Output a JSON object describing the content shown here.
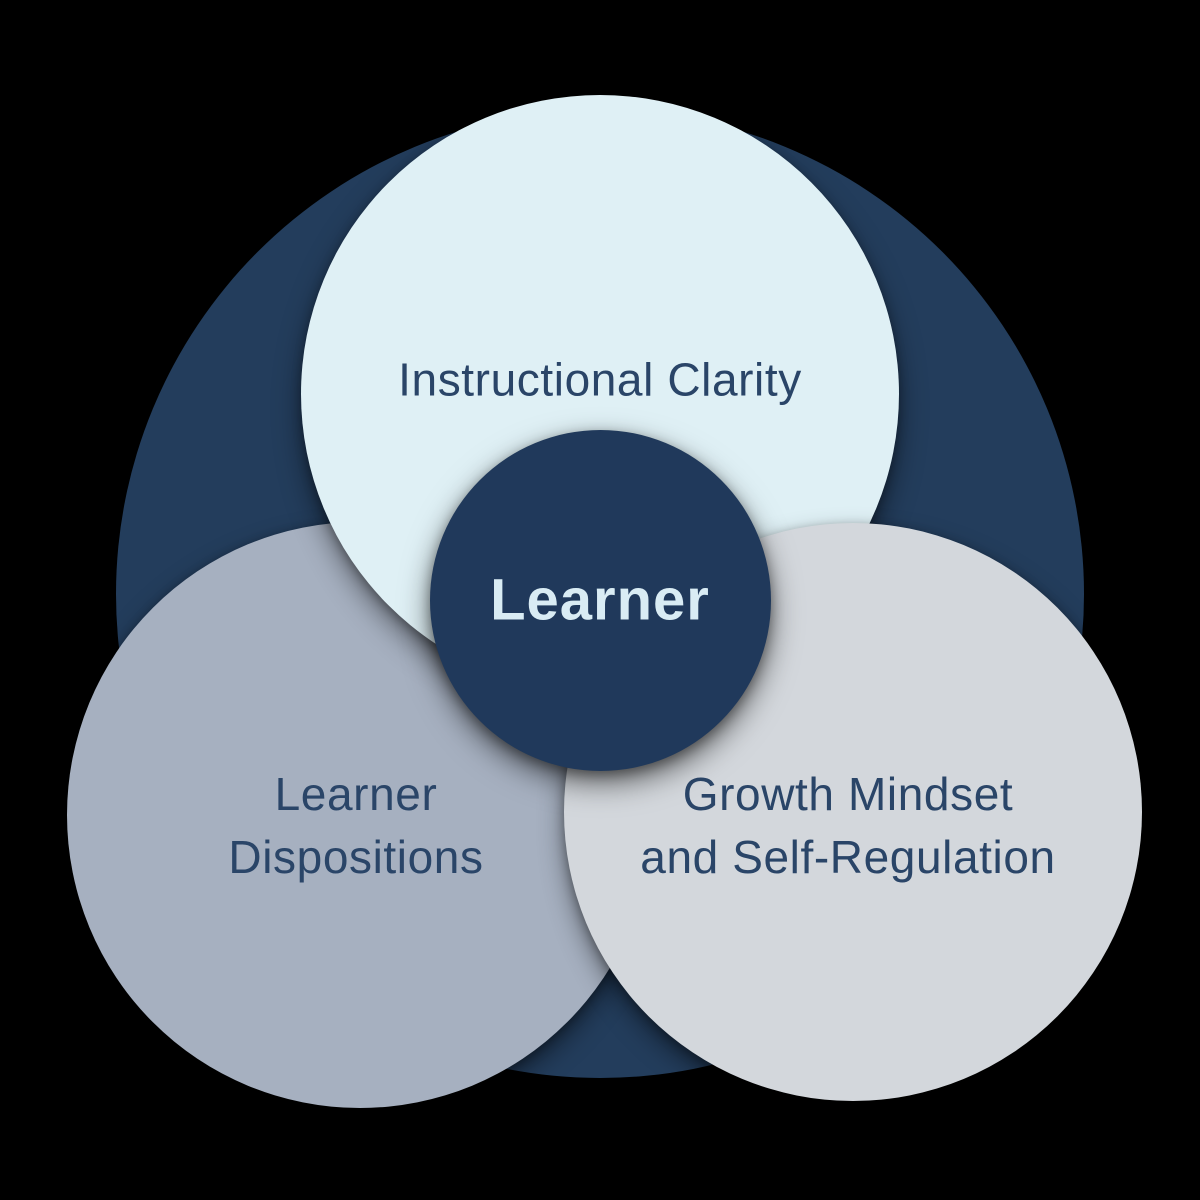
{
  "diagram": {
    "top_circle": {
      "label": "Instructional Clarity"
    },
    "bottom_left_circle": {
      "label_line1": "Learner",
      "label_line2": "Dispositions"
    },
    "bottom_right_circle": {
      "label_line1": "Growth Mindset",
      "label_line2": "and Self-Regulation"
    },
    "center_circle": {
      "label": "Learner"
    }
  },
  "colors": {
    "background": "#000000",
    "navy": "#233d5c",
    "navy_center": "#20395b",
    "pale_blue": "#dff0f5",
    "gray_blue": "#a6b0c0",
    "light_gray": "#d3d7dc",
    "label_text": "#2a4568",
    "center_text": "#d9ecf4"
  }
}
